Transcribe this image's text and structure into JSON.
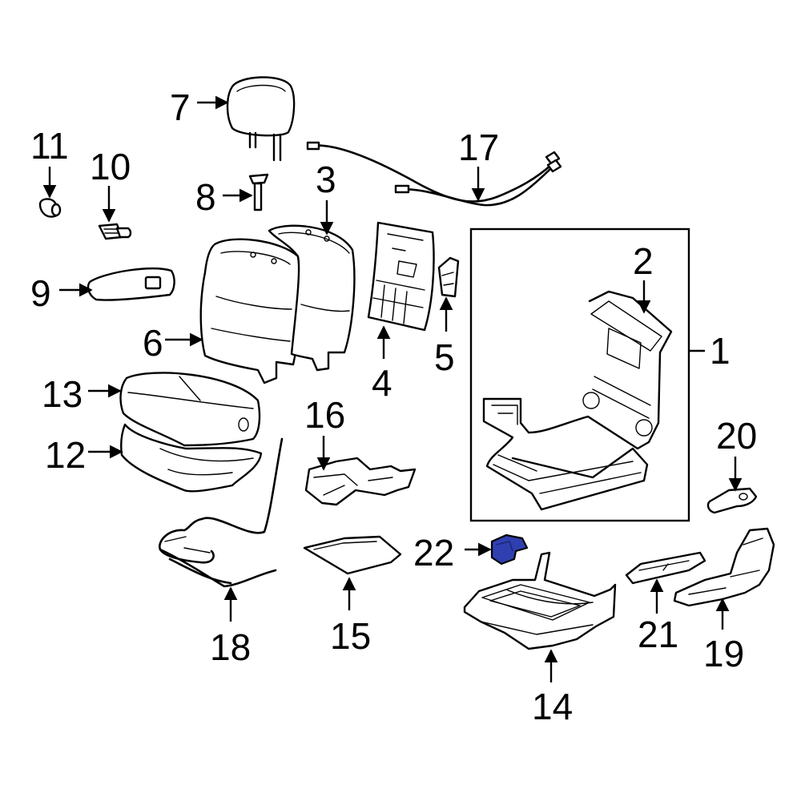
{
  "diagram": {
    "highlight_color": "#2f3fb0",
    "line_color": "#000000",
    "callouts": {
      "c1": "1",
      "c2": "2",
      "c3": "3",
      "c4": "4",
      "c5": "5",
      "c6": "6",
      "c7": "7",
      "c8": "8",
      "c9": "9",
      "c10": "10",
      "c11": "11",
      "c12": "12",
      "c13": "13",
      "c14": "14",
      "c15": "15",
      "c16": "16",
      "c17": "17",
      "c18": "18",
      "c19": "19",
      "c20": "20",
      "c21": "21",
      "c22": "22"
    },
    "highlighted_part": "22"
  }
}
